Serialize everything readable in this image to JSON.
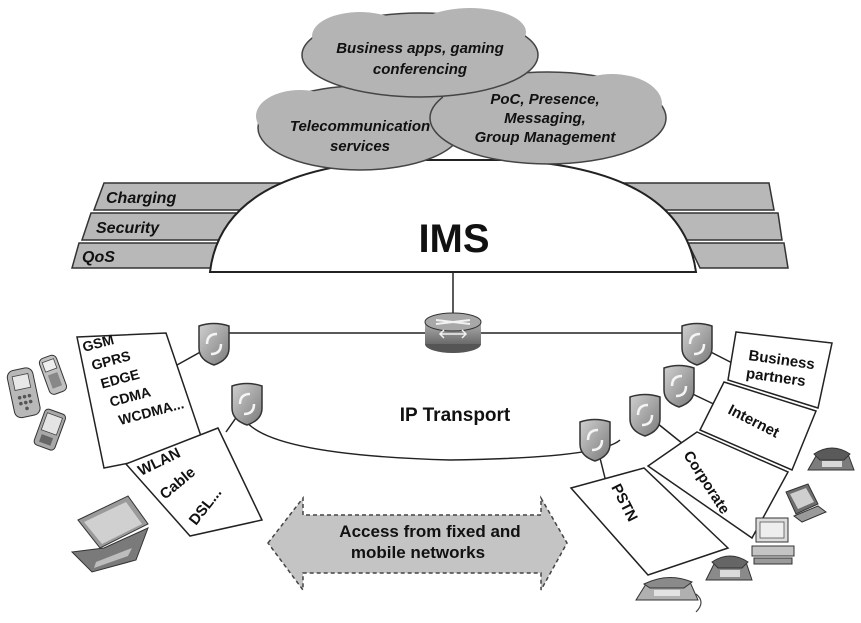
{
  "clouds": {
    "top": [
      "Business apps, gaming",
      "conferencing"
    ],
    "left": [
      "Telecommunication",
      "services"
    ],
    "right": [
      "PoC, Presence,",
      "Messaging,",
      "Group Management"
    ]
  },
  "bands": [
    "Charging",
    "Security",
    "QoS"
  ],
  "ims_label": "IMS",
  "transport_label": "IP Transport",
  "access": {
    "mobile": [
      "GSM",
      "GPRS",
      "EDGE",
      "CDMA",
      "WCDMA..."
    ],
    "fixed": [
      "WLAN",
      "Cable",
      "DSL..."
    ],
    "right_boxes": [
      "Business partners",
      "Internet",
      "Corporate",
      "PSTN"
    ]
  },
  "arrow_text": [
    "Access from fixed and",
    "mobile networks"
  ],
  "colors": {
    "cloud": "#b4b4b4",
    "band": "#b8b8b8",
    "router": "#8a8a8a",
    "arrow": "#c4c4c4"
  },
  "icons": [
    "router-icon",
    "gateway-icon",
    "mobile-phone-icon",
    "laptop-icon",
    "desk-phone-icon",
    "desktop-computer-icon"
  ]
}
